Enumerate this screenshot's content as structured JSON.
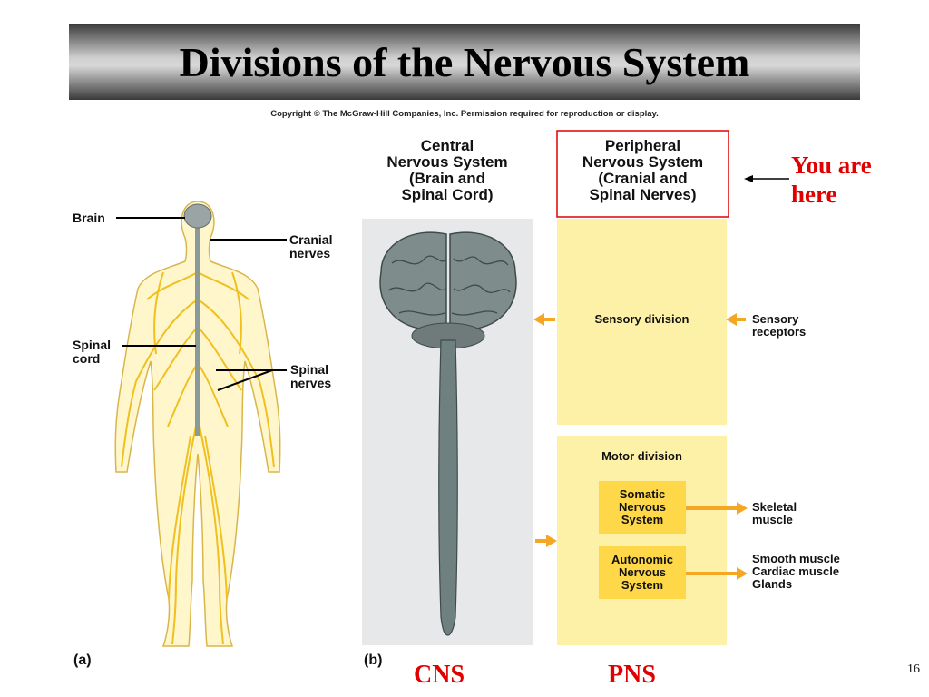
{
  "slide": {
    "title": "Divisions of the Nervous System",
    "copyright": "Copyright © The McGraw-Hill Companies, Inc. Permission required for reproduction or display.",
    "page_number": "16"
  },
  "figure_a": {
    "panel_label": "(a)",
    "brain": "Brain",
    "cranial_nerves": [
      "Cranial",
      "nerves"
    ],
    "spinal_cord": [
      "Spinal",
      "cord"
    ],
    "spinal_nerves": [
      "Spinal",
      "nerves"
    ]
  },
  "figure_b": {
    "panel_label": "(b)",
    "cns_header": [
      "Central",
      "Nervous System",
      "(Brain and",
      "Spinal Cord)"
    ],
    "pns_header": [
      "Peripheral",
      "Nervous System",
      "(Cranial and",
      "Spinal Nerves)"
    ],
    "sensory_division": "Sensory division",
    "sensory_receptors": [
      "Sensory",
      "receptors"
    ],
    "motor_division": "Motor division",
    "somatic": [
      "Somatic",
      "Nervous",
      "System"
    ],
    "autonomic": [
      "Autonomic",
      "Nervous",
      "System"
    ],
    "skeletal_muscle": [
      "Skeletal",
      "muscle"
    ],
    "smooth_muscle": [
      "Smooth muscle",
      "Cardiac muscle",
      "Glands"
    ]
  },
  "annotations": {
    "you_are_here": [
      "You are",
      "here"
    ],
    "cns": "CNS",
    "pns": "PNS"
  },
  "colors": {
    "nerve_yellow": "#ffd84a",
    "pns_panel": "#fdf1a8",
    "highlight_red": "#e00000",
    "arrow_orange": "#f5a623"
  }
}
